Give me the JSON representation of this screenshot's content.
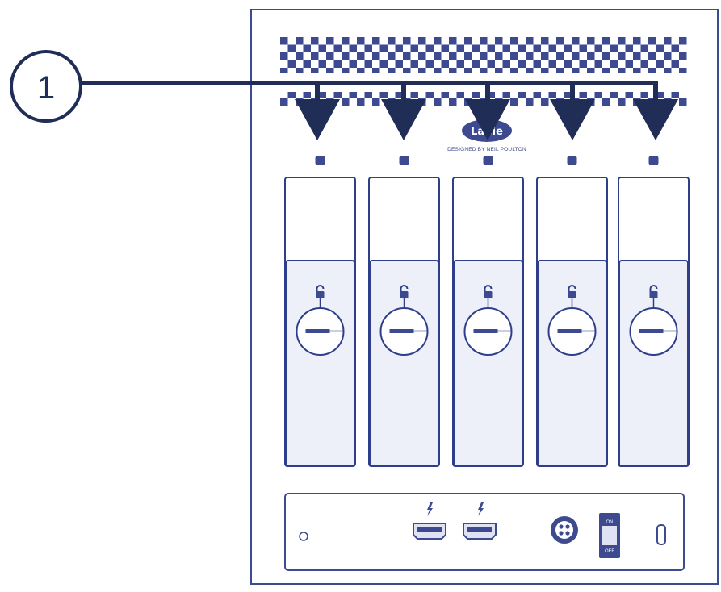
{
  "callout": {
    "number": "1",
    "target": "drive-status-leds"
  },
  "logo": {
    "text": "LaCie",
    "tagline": "DESIGNED BY NEIL POULTON"
  },
  "drive_bays": [
    {
      "bay": 1,
      "icon": "unlock-icon"
    },
    {
      "bay": 2,
      "icon": "unlock-icon"
    },
    {
      "bay": 3,
      "icon": "unlock-icon"
    },
    {
      "bay": 4,
      "icon": "unlock-icon"
    },
    {
      "bay": 5,
      "icon": "unlock-icon"
    }
  ],
  "rear_panel": {
    "ports": [
      {
        "name": "thunderbolt-port-1",
        "icon": "thunderbolt-icon"
      },
      {
        "name": "thunderbolt-port-2",
        "icon": "thunderbolt-icon"
      },
      {
        "name": "power-connector",
        "icon": "din-power-icon"
      }
    ],
    "power_switch": {
      "on_label": "ON",
      "off_label": "OFF"
    }
  },
  "colors": {
    "outline": "#2f3e8a",
    "fill_light": "#eef0f9",
    "fill_dark": "#3d4a8f",
    "callout": "#1f2d57",
    "checker": "#3d4a8f"
  }
}
